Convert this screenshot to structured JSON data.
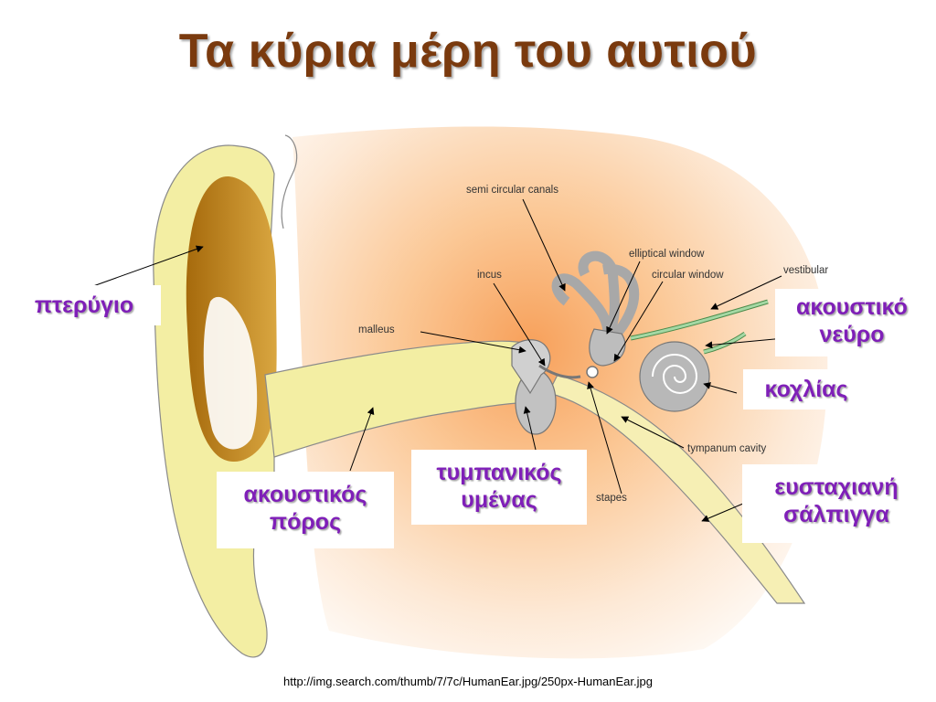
{
  "title": "Τα κύρια μέρη του αυτιού",
  "source_url": "http://img.search.com/thumb/7/7c/HumanEar.jpg/250px-HumanEar.jpg",
  "colors": {
    "title": "#7a3a0e",
    "greek_labels": "#7f1fb8",
    "background_glow": "#f7a05a",
    "auricle_outer": "#f3eea3",
    "auricle_inner": "#b87a14",
    "inner_ear": "#b8b8b8",
    "nerve": "#a4d8a4"
  },
  "english_labels": {
    "semicircular": "semi circular canals",
    "elliptical": "elliptical window",
    "incus": "incus",
    "circular": "circular window",
    "vestibular": "vestibular",
    "malleus": "malleus",
    "tympanum": "tympanum cavity",
    "stapes": "stapes"
  },
  "greek_labels": {
    "pinna": "πτερύγιο",
    "nerve_1": "ακουστικό",
    "nerve_2": "νεύρο",
    "cochlea": "κοχλίας",
    "eardrum_1": "τυμπανικός",
    "eardrum_2": "υμένας",
    "canal_1": "ακουστικός",
    "canal_2": "πόρος",
    "eustachian_1": "ευσταχιανή",
    "eustachian_2": "σάλπιγγα"
  }
}
